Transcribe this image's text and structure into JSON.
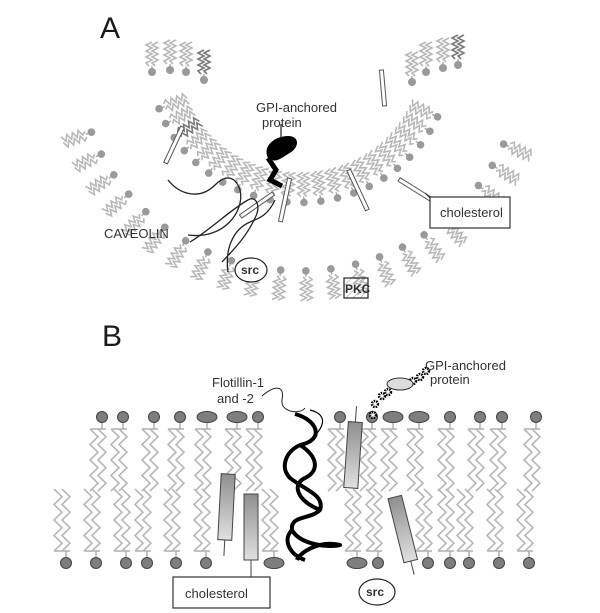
{
  "panels": {
    "a": {
      "letter": "A",
      "labels": {
        "gpi_line1": "GPI-anchored",
        "gpi_line2": "protein",
        "caveolin": "CAVEOLIN",
        "cholesterol": "cholesterol",
        "src": "src",
        "pkc": "PKC"
      }
    },
    "b": {
      "letter": "B",
      "labels": {
        "flotillin_line1": "Flotillin-1",
        "flotillin_line2": "and -2",
        "gpi_line1": "GPI-anchored",
        "gpi_line2": "protein",
        "cholesterol": "cholesterol",
        "src": "src"
      }
    }
  },
  "colors": {
    "lipid_tail": "#b8b8b8",
    "lipid_head": "#9a9a9a",
    "protein": "#000000"
  }
}
